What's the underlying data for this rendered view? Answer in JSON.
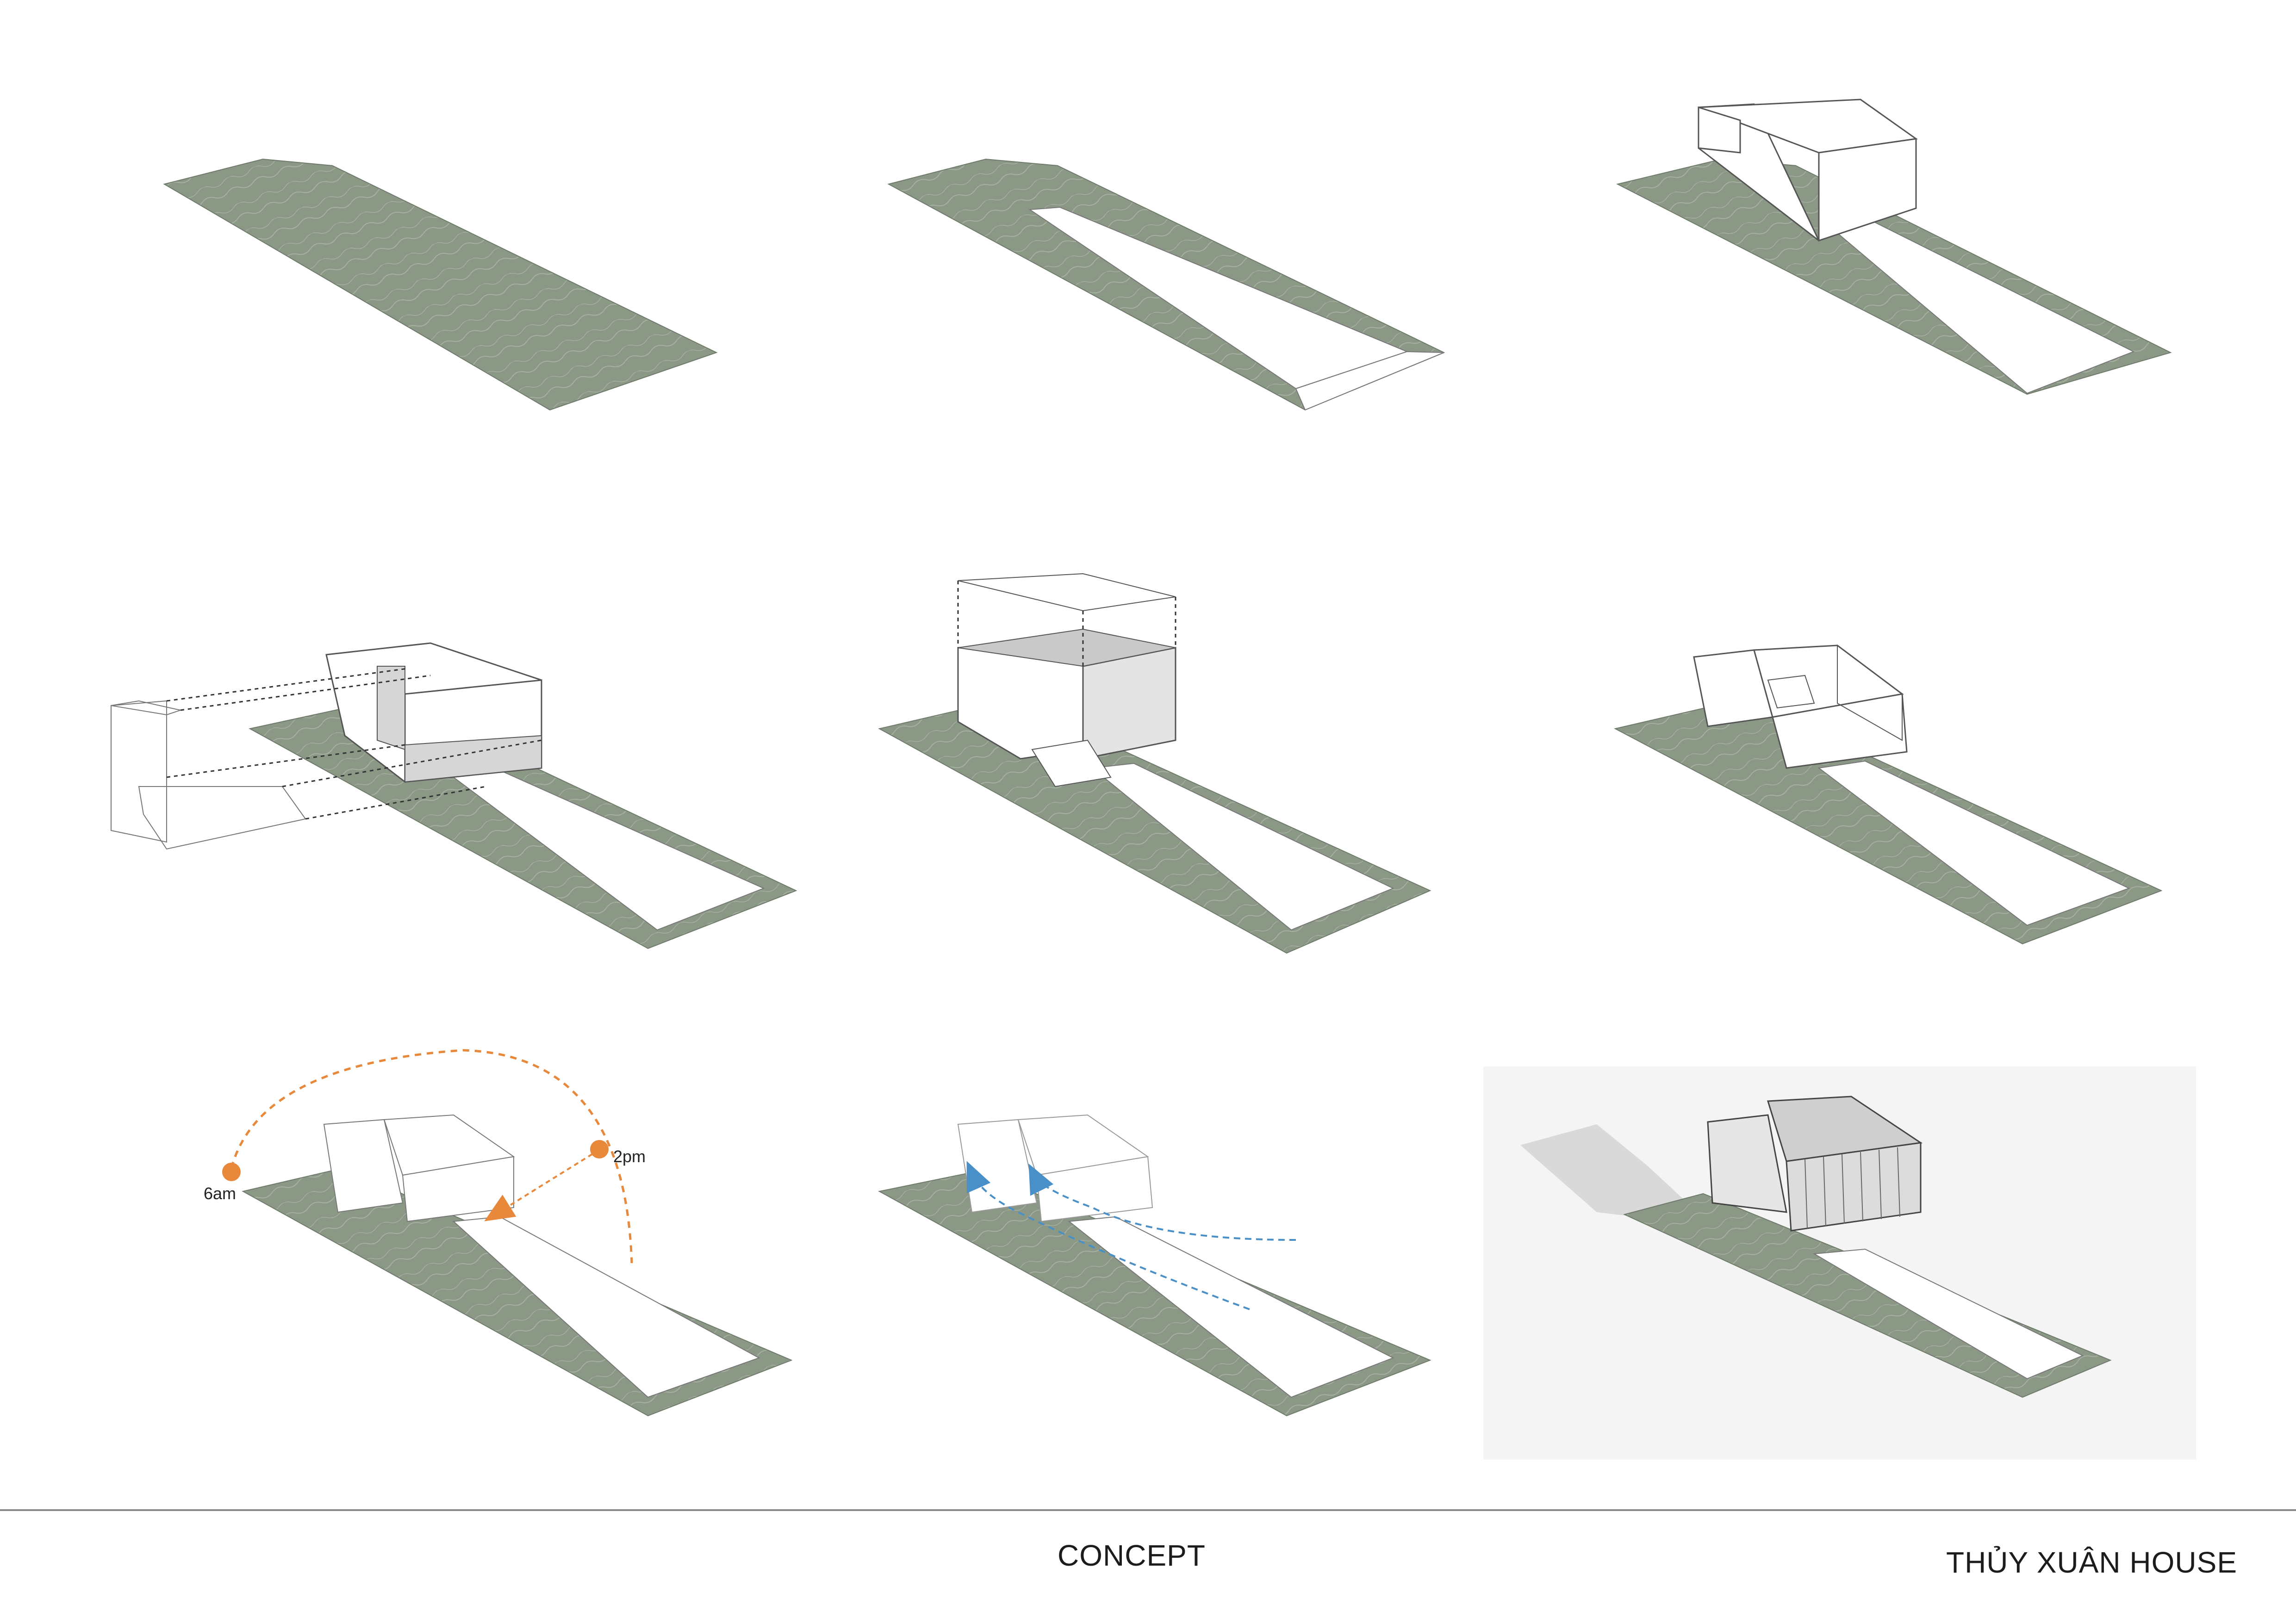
{
  "footer": {
    "concept_label": "CONCEPT",
    "project_label": "THỦY XUÂN HOUSE"
  },
  "sun_labels": {
    "morning": "6am",
    "afternoon": "2pm"
  },
  "colors": {
    "terrain": "#8b9886",
    "contour": "#a7b2a2",
    "sun_path": "#e8883a",
    "wind_path": "#4a90c8",
    "outline": "#555555",
    "background": "#ffffff"
  }
}
